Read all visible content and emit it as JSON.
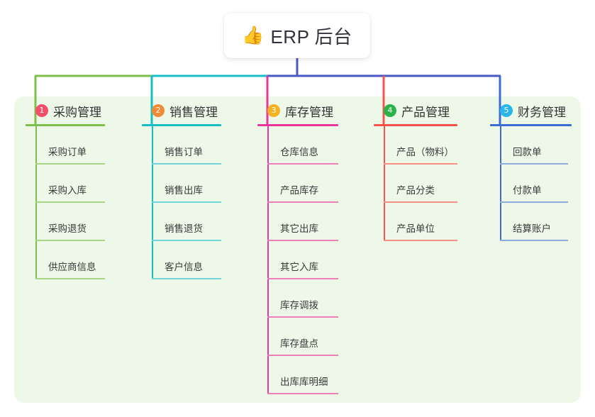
{
  "root": {
    "emoji": "👍",
    "emoji_name": "thumbs-up-icon",
    "title": "ERP 后台"
  },
  "theme": {
    "panel_bg": "#eef8e8",
    "page_bg": "#ffffff",
    "root_connector": "#4a57c4",
    "text": "#333333"
  },
  "columns": [
    {
      "number": "1",
      "title": "采购管理",
      "badge_color": "#f2506a",
      "line_color": "#7cbf4a",
      "item_line_color": "#a9d488",
      "items": [
        "采购订单",
        "采购入库",
        "采购退货",
        "供应商信息"
      ]
    },
    {
      "number": "2",
      "title": "销售管理",
      "badge_color": "#f08a34",
      "line_color": "#17bfc4",
      "item_line_color": "#73d6d6",
      "items": [
        "销售订单",
        "销售出库",
        "销售退货",
        "客户信息"
      ]
    },
    {
      "number": "3",
      "title": "库存管理",
      "badge_color": "#f5b324",
      "line_color": "#e8369b",
      "item_line_color": "#ee7fb8",
      "items": [
        "仓库信息",
        "产品库存",
        "其它出库",
        "其它入库",
        "库存调拨",
        "库存盘点",
        "出库库明细"
      ]
    },
    {
      "number": "4",
      "title": "产品管理",
      "badge_color": "#2bb34a",
      "line_color": "#f8524a",
      "item_line_color": "#f79089",
      "items": [
        "产品（物料）",
        "产品分类",
        "产品单位"
      ]
    },
    {
      "number": "5",
      "title": "财务管理",
      "badge_color": "#29b6e8",
      "line_color": "#3b6cd4",
      "item_line_color": "#8fabe0",
      "items": [
        "回款单",
        "付款单",
        "结算账户"
      ]
    }
  ]
}
